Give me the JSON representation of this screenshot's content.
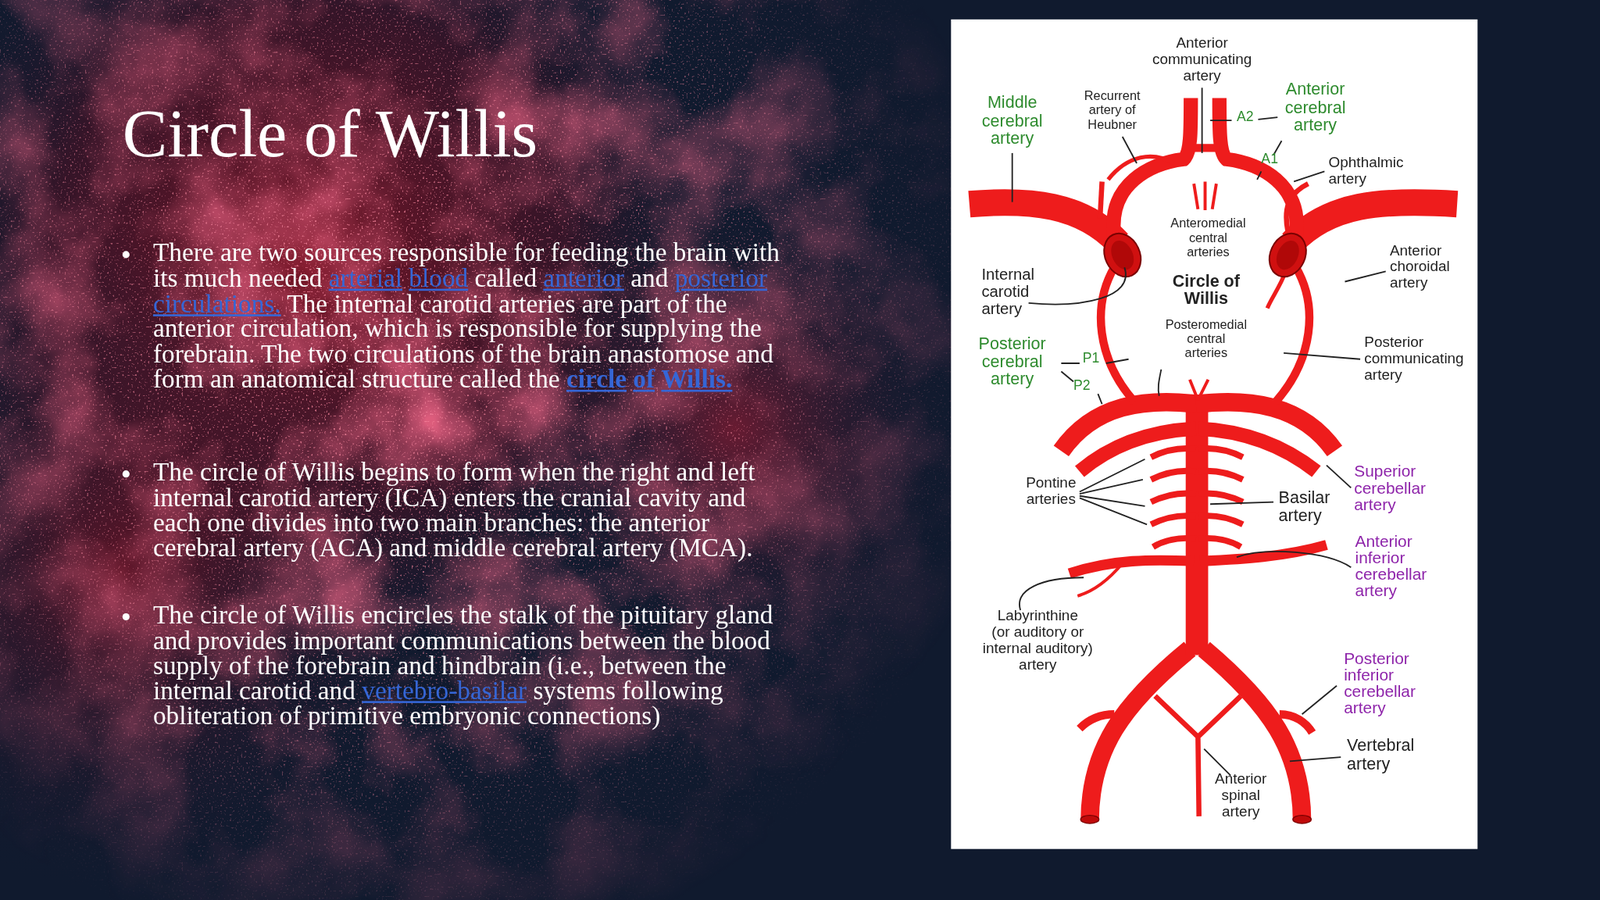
{
  "diagram": {
    "title": "Circle of Willis",
    "labels": [
      "There are two sources responsible for feeding the brain with its much needed arterial blood called anterior and posterior circulations. The internal carotid arteries are part of the anterior circulation, which is responsible for supplying the forebrain. The two circulations of the brain anastomose and form an anatomical structure called the circle of Willis.",
      "The circle of Willis begins to form when the right and left internal carotid artery (ICA) enters the cranial cavity and each one divides into two main branches: the anterior cerebral artery (ACA) and middle cerebral artery (MCA).",
      "The circle of Willis encircles the stalk of the pituitary gland and provides important communications between the blood supply of the forebrain and hindbrain (i.e., between the internal carotid and vertebro-basilar systems following obliteration of primitive embryonic connections)",
      "Anterior communicating artery",
      "Middle cerebral artery",
      "Recurrent artery of Heubner",
      "Anterior cerebral artery",
      "A2",
      "A1",
      "Ophthalmic artery",
      "Anteromedial central arteries",
      "Anterior choroidal artery",
      "Internal carotid artery",
      "Circle of Willis",
      "Posteromedial central arteries",
      "Posterior cerebral artery",
      "Posterior communicating artery",
      "P1",
      "P2",
      "Superior cerebellar artery",
      "Pontine arteries",
      "Basilar artery",
      "Anterior inferior cerebellar artery",
      "Labyrinthine (or auditory or internal auditory) artery",
      "Posterior inferior cerebellar artery",
      "Vertebral artery",
      "Anterior spinal artery"
    ]
  }
}
